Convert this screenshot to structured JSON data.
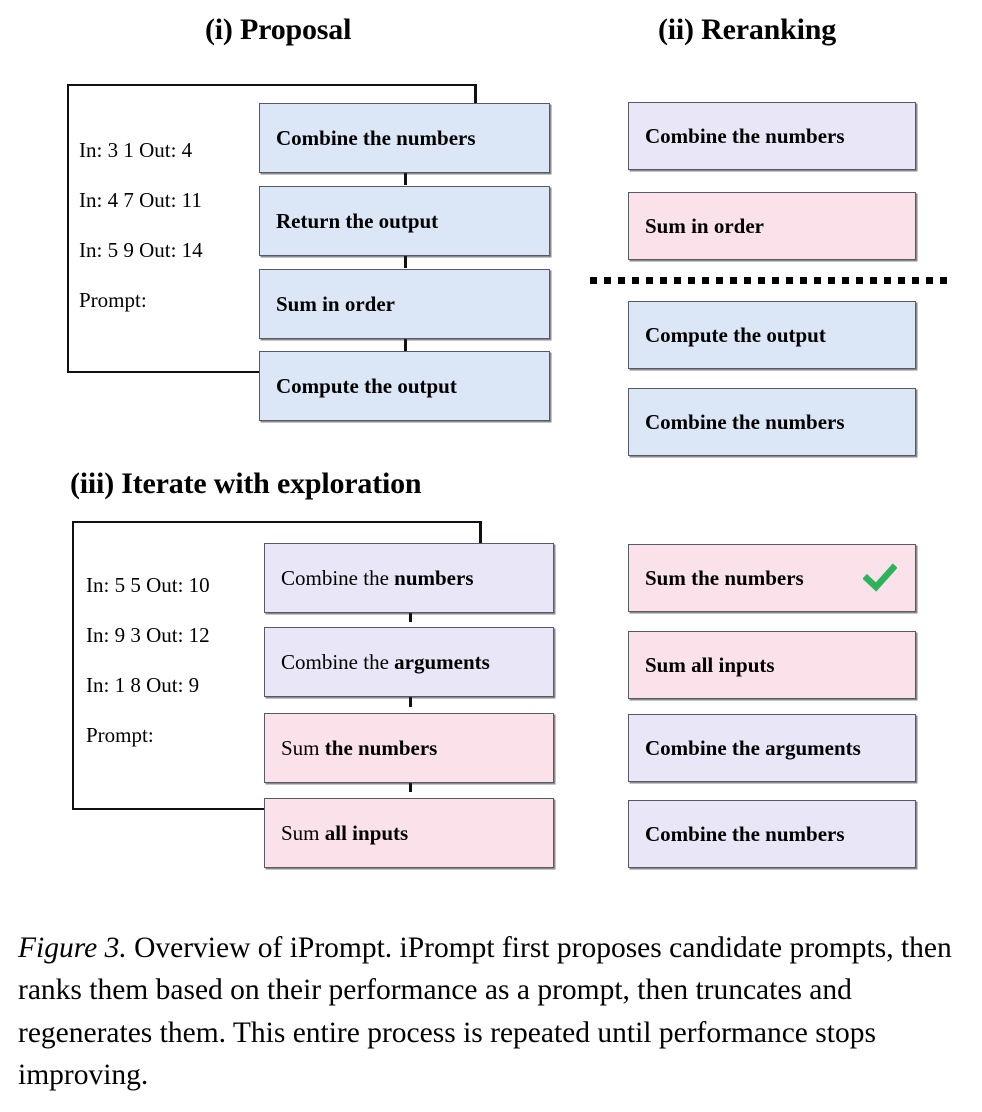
{
  "figure": {
    "label": "Figure 3.",
    "caption": " Overview of iPrompt. iPrompt first proposes candidate prompts, then ranks them based on their performance as a prompt, then truncates and regenerates them. This entire process is repeated until performance stops improving."
  },
  "colors": {
    "blue": "#dbe7f7",
    "pink": "#fbe2ea",
    "lavender": "#e9e7f7",
    "box_border": "#555a66",
    "line": "#111111",
    "check_green": "#2eb25c"
  },
  "panels": {
    "proposal": {
      "title": "(i) Proposal",
      "examples": [
        "In: 3 1 Out: 4",
        "In: 4 7 Out: 11",
        "In: 5 9 Out: 14",
        "Prompt:"
      ],
      "boxes": [
        {
          "text": "Combine the numbers",
          "color": "blue"
        },
        {
          "text": "Return the output",
          "color": "blue"
        },
        {
          "text": "Sum in order",
          "color": "blue"
        },
        {
          "text": "Compute the output",
          "color": "blue"
        }
      ]
    },
    "reranking": {
      "title": "(ii) Reranking",
      "divider": "dotted-divider",
      "boxes_above": [
        {
          "text": "Combine the numbers",
          "color": "lavender"
        },
        {
          "text": "Sum in order",
          "color": "pink"
        }
      ],
      "boxes_below": [
        {
          "text": "Compute the output",
          "color": "blue"
        },
        {
          "text": "Combine the numbers",
          "color": "blue"
        }
      ]
    },
    "iterate": {
      "title": "(iii) Iterate with exploration",
      "examples": [
        "In: 5 5 Out: 10",
        "In: 9 3 Out: 12",
        "In: 1 8 Out: 9",
        "Prompt:"
      ],
      "boxes": [
        {
          "prefix": "Combine the ",
          "bold": "numbers",
          "color": "lavender"
        },
        {
          "prefix": "Combine the ",
          "bold": "arguments",
          "color": "lavender"
        },
        {
          "prefix": "Sum ",
          "bold": "the numbers",
          "color": "pink"
        },
        {
          "prefix": "Sum ",
          "bold": "all inputs",
          "color": "pink"
        }
      ]
    },
    "reranking2": {
      "boxes": [
        {
          "text": "Sum the numbers",
          "color": "pink",
          "check": true
        },
        {
          "text": "Sum all inputs",
          "color": "pink",
          "check": false
        },
        {
          "text": "Combine the arguments",
          "color": "lavender",
          "check": false
        },
        {
          "text": "Combine the numbers",
          "color": "lavender",
          "check": false
        }
      ]
    }
  }
}
